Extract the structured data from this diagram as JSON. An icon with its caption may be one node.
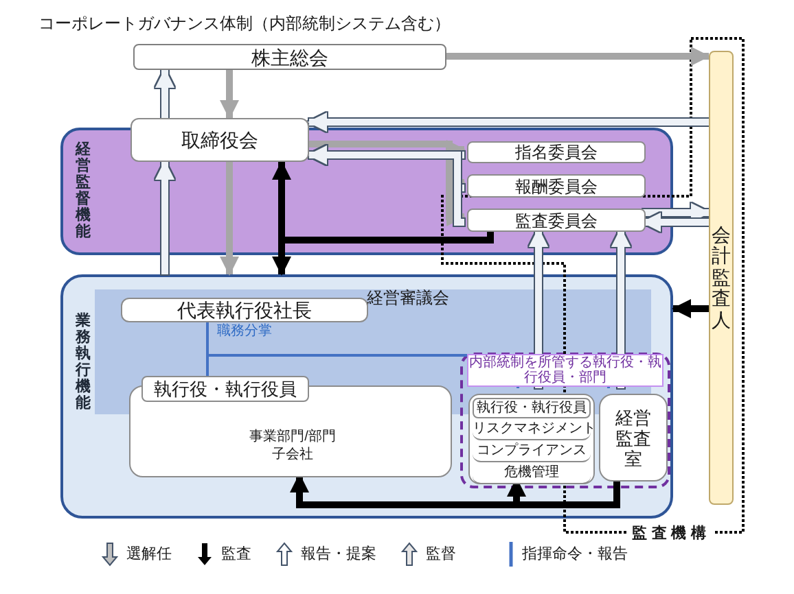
{
  "diagram": {
    "title": "コーポレートガバナンス体制（内部統制システム含む）",
    "nodes": [
      {
        "text": [
          "株主総会"
        ]
      },
      {
        "text": [
          "経営監督機能"
        ]
      },
      {
        "text": [
          "取締役会"
        ]
      },
      {
        "text": [
          "指名委員会"
        ],
        "in": 1
      },
      {
        "text": [
          "報酬委員会"
        ],
        "in": 1
      },
      {
        "text": [
          "監査委員会"
        ],
        "in": 1
      },
      {
        "text": [
          "会計監査人"
        ]
      },
      {
        "text": [
          "業務執行機能"
        ]
      },
      {
        "text": [
          "経営審議会"
        ],
        "in": 7
      },
      {
        "text": [
          "代表執行役社長"
        ],
        "in": 8
      },
      {
        "text": [
          "執行役・執行役員",
          "事業部門/部門子会社"
        ],
        "in": 7
      },
      {
        "text": [
          "内部統制を所管する執行役・執行役員・部門"
        ],
        "in": 7
      },
      {
        "text": [
          "執行役・執行役員",
          "リスクマネジメント",
          "コンプライアンス",
          "危機管理"
        ],
        "in": 11
      },
      {
        "text": [
          "経営監査室"
        ],
        "in": 11
      }
    ],
    "edges": [
      {
        "from": 0,
        "to": 6,
        "arrow": "to",
        "color": "#a6a6a6"
      },
      {
        "from": 2,
        "to": 0,
        "arrow": "to"
      },
      {
        "from": 0,
        "to": 2,
        "arrow": "to",
        "color": "#a6a6a6"
      },
      {
        "from": 6,
        "to": 2,
        "arrow": "to"
      },
      {
        "from": 2,
        "to": 3,
        "arrow": "to",
        "color": "#a6a6a6"
      },
      {
        "from": 2,
        "to": 4,
        "arrow": "to",
        "color": "#a6a6a6"
      },
      {
        "from": 2,
        "to": 5,
        "arrow": "to",
        "color": "#a6a6a6"
      },
      {
        "from": 3,
        "to": 2,
        "arrow": "to"
      },
      {
        "from": 4,
        "to": 2,
        "arrow": "to"
      },
      {
        "from": 5,
        "to": 2,
        "arrow": "to"
      },
      {
        "from": 7,
        "to": 2,
        "arrow": "to"
      },
      {
        "from": 2,
        "to": 7,
        "arrow": "to",
        "color": "#a6a6a6"
      },
      {
        "from": 5,
        "to": 2,
        "arrow": "to",
        "color": "#000000"
      },
      {
        "from": 5,
        "to": 7,
        "arrow": "to",
        "color": "#000000"
      },
      {
        "from": 5,
        "to": 6,
        "arrow": "to"
      },
      {
        "from": 6,
        "to": 5,
        "arrow": "to"
      },
      {
        "from": 12,
        "to": 5,
        "arrow": "to"
      },
      {
        "from": 13,
        "to": 5,
        "arrow": "to"
      },
      {
        "from": 6,
        "to": 7,
        "arrow": "to",
        "color": "#000000"
      },
      {
        "from": 13,
        "to": 12,
        "arrow": "to",
        "color": "#000000"
      },
      {
        "from": 13,
        "to": 10,
        "arrow": "to",
        "color": "#000000"
      },
      {
        "from": 9,
        "to": 10,
        "arrow": "none",
        "color": "#4472c4"
      },
      {
        "from": 9,
        "to": 12,
        "arrow": "none",
        "color": "#4472c4"
      },
      {
        "from": 9,
        "to": 13,
        "arrow": "none",
        "color": "#4472c4"
      }
    ],
    "labels": [
      "職務分掌",
      "監査機構"
    ],
    "legend": [
      {
        "text": "選解任"
      },
      {
        "text": "監査"
      },
      {
        "text": "報告・提案"
      },
      {
        "text": "監督"
      },
      {
        "text": "指揮命令・報告"
      }
    ]
  }
}
